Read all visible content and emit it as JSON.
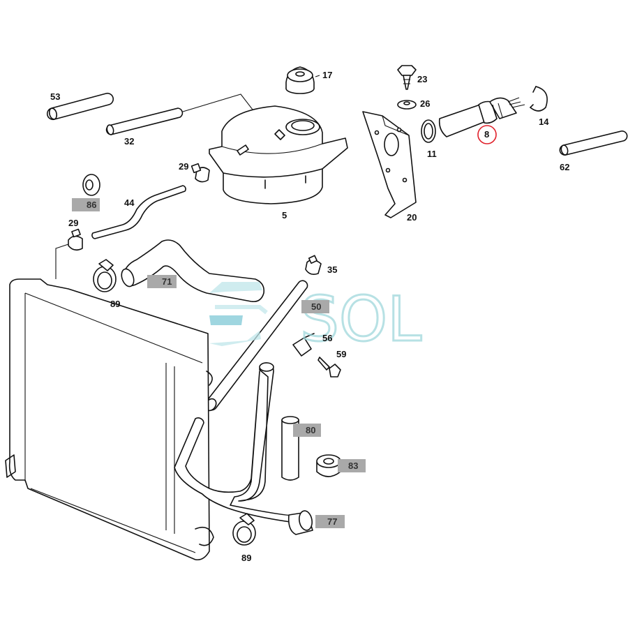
{
  "labels": {
    "p53": "53",
    "p32": "32",
    "p17": "17",
    "p5": "5",
    "p29a": "29",
    "p29b": "29",
    "p44": "44",
    "p86": "86",
    "p23": "23",
    "p26": "26",
    "p20": "20",
    "p11": "11",
    "p8": "8",
    "p14": "14",
    "p62": "62",
    "p89a": "89",
    "p89b": "89",
    "p71": "71",
    "p35": "35",
    "p50": "50",
    "p56": "56",
    "p59": "59",
    "p80": "80",
    "p83": "83",
    "p77": "77"
  },
  "highlight_color": "#a9a9a9",
  "circle_color": "#e0202a",
  "watermark": {
    "text": "SOL",
    "color": "#9fd7dc"
  }
}
